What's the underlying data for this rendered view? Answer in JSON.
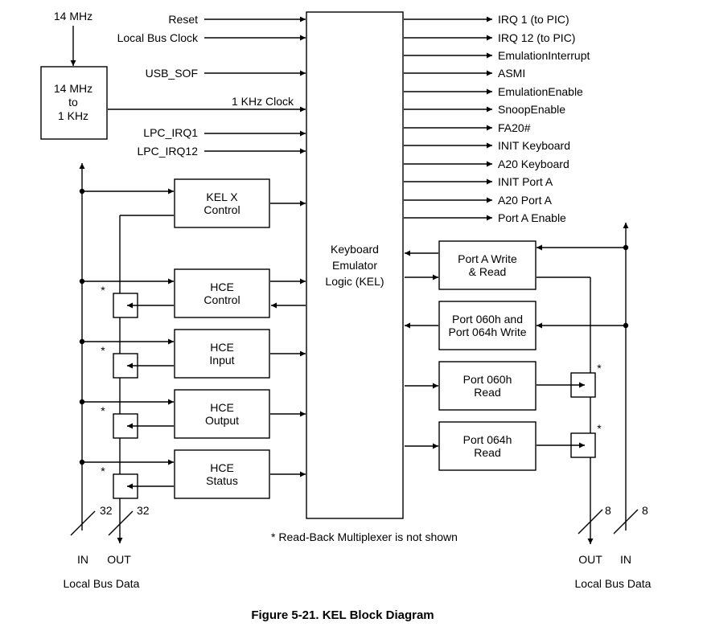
{
  "clock_source": "14 MHz",
  "divider": {
    "line1": "14 MHz",
    "line2": "to",
    "line3": "1 KHz"
  },
  "kel_inputs": [
    "Reset",
    "Local Bus Clock",
    "USB_SOF",
    "1 KHz Clock",
    "LPC_IRQ1",
    "LPC_IRQ12"
  ],
  "kel_core": {
    "line1": "Keyboard",
    "line2": "Emulator",
    "line3": "Logic (KEL)"
  },
  "kel_outputs": [
    "IRQ 1 (to PIC)",
    "IRQ 12 (to PIC)",
    "EmulationInterrupt",
    "ASMI",
    "EmulationEnable",
    "SnoopEnable",
    "FA20#",
    "INIT Keyboard",
    "A20 Keyboard",
    "INIT Port A",
    "A20 Port A",
    "Port A Enable"
  ],
  "left_blocks": [
    {
      "line1": "KEL X",
      "line2": "Control"
    },
    {
      "line1": "HCE",
      "line2": "Control"
    },
    {
      "line1": "HCE",
      "line2": "Input"
    },
    {
      "line1": "HCE",
      "line2": "Output"
    },
    {
      "line1": "HCE",
      "line2": "Status"
    }
  ],
  "right_blocks": [
    {
      "line1": "Port A Write",
      "line2": "& Read"
    },
    {
      "line1": "Port 060h and",
      "line2": "Port 064h Write"
    },
    {
      "line1": "Port 060h",
      "line2": "Read"
    },
    {
      "line1": "Port 064h",
      "line2": "Read"
    }
  ],
  "mux_marker": "*",
  "left_bus": {
    "in_width": "32",
    "out_width": "32",
    "in_label": "IN",
    "out_label": "OUT",
    "caption": "Local Bus Data"
  },
  "right_bus": {
    "out_width": "8",
    "in_width": "8",
    "in_label": "IN",
    "out_label": "OUT",
    "caption": "Local Bus Data"
  },
  "note": "* Read-Back Multiplexer is not shown",
  "figure_caption": "Figure 5-21.  KEL Block Diagram"
}
